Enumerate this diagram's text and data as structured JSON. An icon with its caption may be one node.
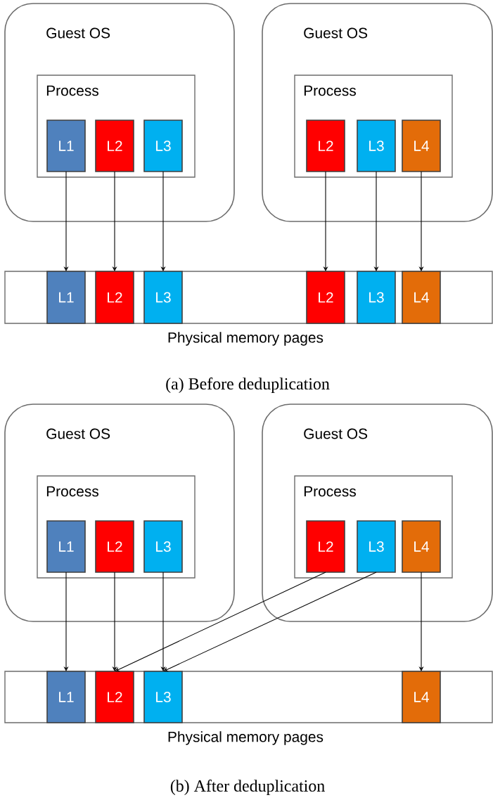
{
  "diagram": {
    "nodes": [
      {
        "text": [
          "Guest OS"
        ]
      },
      {
        "text": [
          "Process"
        ],
        "in": 0
      },
      {
        "text": [
          "L1"
        ],
        "in": 1
      },
      {
        "text": [
          "L2"
        ],
        "in": 1
      },
      {
        "text": [
          "L3"
        ],
        "in": 1
      },
      {
        "text": [
          "Guest OS"
        ]
      },
      {
        "text": [
          "Process"
        ],
        "in": 5
      },
      {
        "text": [
          "L2"
        ],
        "in": 6
      },
      {
        "text": [
          "L3"
        ],
        "in": 6
      },
      {
        "text": [
          "L4"
        ],
        "in": 6
      },
      {
        "text": [
          "Physical memory pages"
        ]
      },
      {
        "text": [
          "L1"
        ],
        "in": 10
      },
      {
        "text": [
          "L2"
        ],
        "in": 10
      },
      {
        "text": [
          "L3"
        ],
        "in": 10
      },
      {
        "text": [
          "L2"
        ],
        "in": 10
      },
      {
        "text": [
          "L3"
        ],
        "in": 10
      },
      {
        "text": [
          "L4"
        ],
        "in": 10
      },
      {
        "text": [
          "Guest OS"
        ]
      },
      {
        "text": [
          "Process"
        ],
        "in": 17
      },
      {
        "text": [
          "L1"
        ],
        "in": 18
      },
      {
        "text": [
          "L2"
        ],
        "in": 18
      },
      {
        "text": [
          "L3"
        ],
        "in": 18
      },
      {
        "text": [
          "Guest OS"
        ]
      },
      {
        "text": [
          "Process"
        ],
        "in": 22
      },
      {
        "text": [
          "L2"
        ],
        "in": 23
      },
      {
        "text": [
          "L3"
        ],
        "in": 23
      },
      {
        "text": [
          "L4"
        ],
        "in": 23
      },
      {
        "text": [
          "Physical memory pages"
        ]
      },
      {
        "text": [
          "L1"
        ],
        "in": 27
      },
      {
        "text": [
          "L2"
        ],
        "in": 27
      },
      {
        "text": [
          "L3"
        ],
        "in": 27
      },
      {
        "text": [
          "L4"
        ],
        "in": 27
      }
    ],
    "edges": [
      {
        "from": 2,
        "to": 11,
        "arrow": "to"
      },
      {
        "from": 3,
        "to": 12,
        "arrow": "to"
      },
      {
        "from": 4,
        "to": 13,
        "arrow": "to"
      },
      {
        "from": 7,
        "to": 14,
        "arrow": "to"
      },
      {
        "from": 8,
        "to": 15,
        "arrow": "to"
      },
      {
        "from": 9,
        "to": 16,
        "arrow": "to"
      },
      {
        "from": 19,
        "to": 28,
        "arrow": "to"
      },
      {
        "from": 20,
        "to": 29,
        "arrow": "to"
      },
      {
        "from": 21,
        "to": 30,
        "arrow": "to"
      },
      {
        "from": 24,
        "to": 29,
        "arrow": "to"
      },
      {
        "from": 25,
        "to": 30,
        "arrow": "to"
      },
      {
        "from": 26,
        "to": 31,
        "arrow": "to"
      }
    ],
    "labels": [
      "(a) Before deduplication",
      "(b) After deduplication"
    ]
  }
}
